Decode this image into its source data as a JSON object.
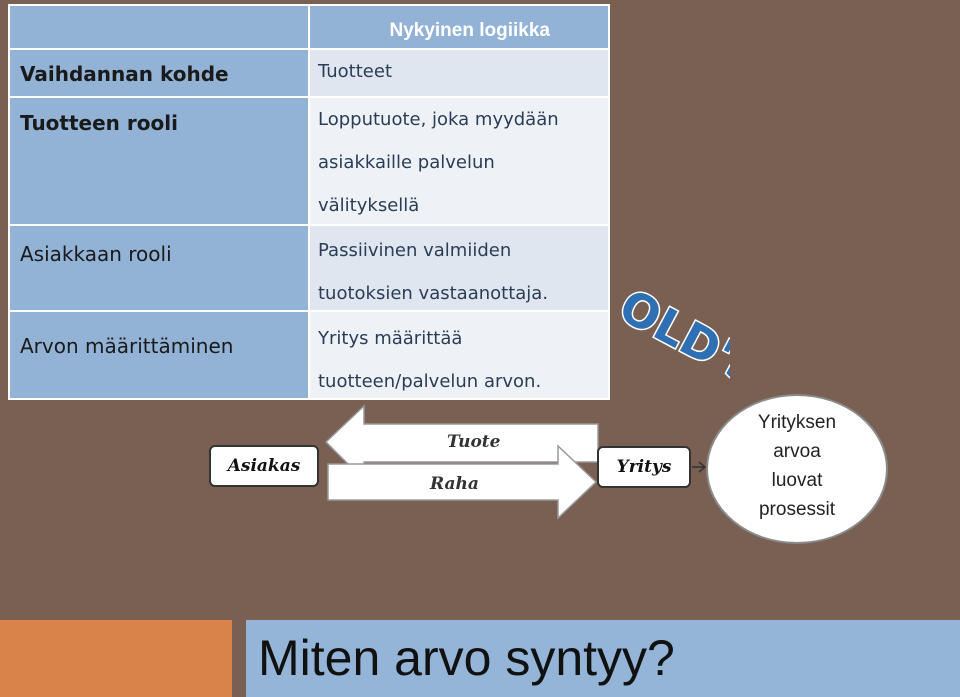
{
  "table": {
    "header": "Nykyinen logiikka",
    "rows": [
      {
        "label": "Vaihdannan kohde",
        "lines": [
          "Tuotteet"
        ]
      },
      {
        "label": "Tuotteen rooli",
        "lines": [
          "Lopputuote, joka myydään",
          "asiakkaille palvelun",
          "välityksellä"
        ]
      },
      {
        "label": "Asiakkaan rooli",
        "lines": [
          "Passiivinen valmiiden",
          "tuotoksien vastaanottaja."
        ]
      },
      {
        "label": "Arvon määrittäminen",
        "lines": [
          "Yritys määrittää",
          "tuotteen/palvelun arvon."
        ]
      }
    ]
  },
  "logo": {
    "text": "OLD'S"
  },
  "diagram": {
    "customer": "Asiakas",
    "company": "Yritys",
    "arrow_left_label": "Tuote",
    "arrow_right_label": "Raha",
    "circle_lines": [
      "Yrityksen",
      "arvoa",
      "luovat",
      "prosessit"
    ]
  },
  "title": "Miten arvo syntyy?",
  "colors": {
    "background": "#7a5f53",
    "table_header": "#92b3d6",
    "band_orange": "#d9824a",
    "band_blue": "#94b5d8",
    "logo_blue": "#2f6fb3"
  }
}
